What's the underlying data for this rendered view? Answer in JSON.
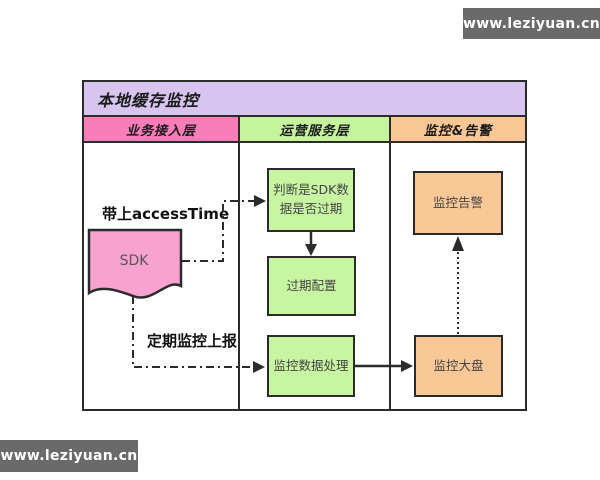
{
  "watermarks": {
    "top_right": "www.leziyuan.cn",
    "bottom_left": "www.leziyuan.cn"
  },
  "diagram": {
    "title": "本地缓存监控",
    "lanes": [
      {
        "label": "业务接入层"
      },
      {
        "label": "运营服务层"
      },
      {
        "label": "监控&告警"
      }
    ],
    "nodes": {
      "sdk": "SDK",
      "judge_expired": "判断是SDK数据是否过期",
      "expire_config": "过期配置",
      "monitor_data_process": "监控数据处理",
      "monitor_alert": "监控告警",
      "monitor_dashboard": "监控大盘"
    },
    "edge_labels": {
      "access_time": "带上accessTime",
      "periodic_report": "定期监控上报"
    },
    "colors": {
      "title_bg": "#d7c5f0",
      "lane_business_bg": "#f87db8",
      "lane_service_bg": "#c6f49e",
      "lane_monitor_bg": "#f8c795",
      "green_node_bg": "#c8f5a2",
      "orange_node_bg": "#f9c896",
      "sdk_node_bg": "#f9a2cf",
      "border": "#2b2b2b",
      "watermark_bg": "#6a6a6a",
      "watermark_text": "#ffffff"
    }
  }
}
